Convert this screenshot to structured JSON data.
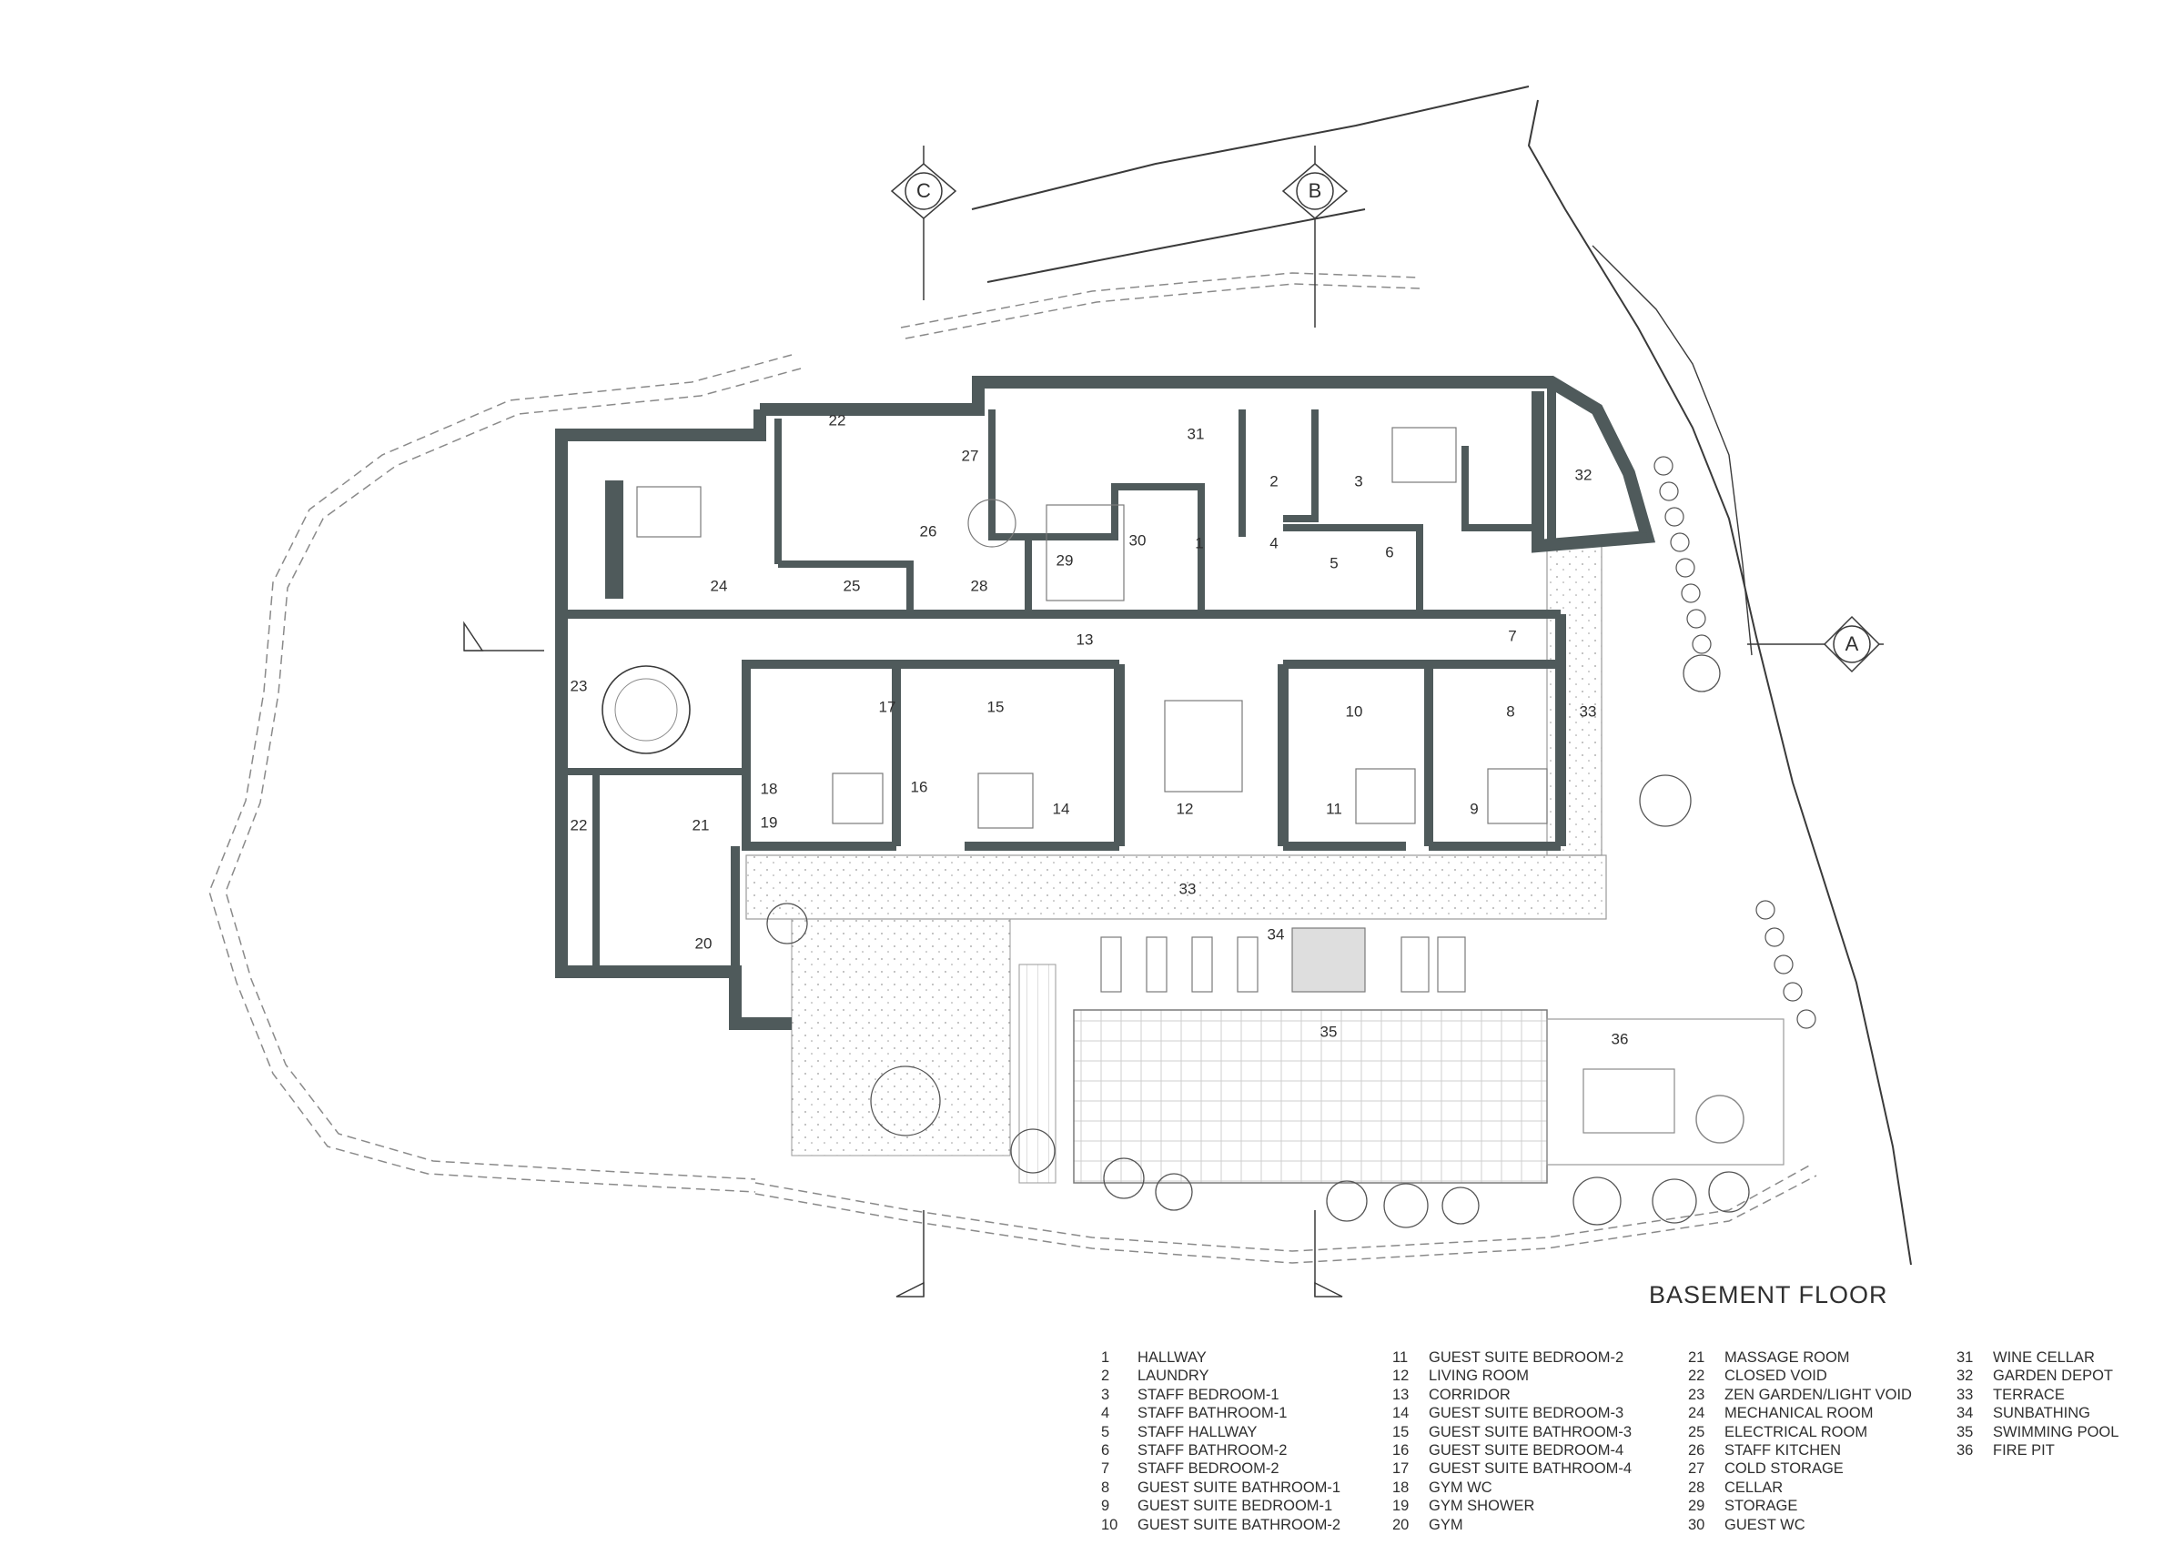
{
  "title": "BASEMENT FLOOR",
  "section_markers": [
    "A",
    "B",
    "C"
  ],
  "rooms": [
    {
      "num": "1",
      "name": "HALLWAY"
    },
    {
      "num": "2",
      "name": "LAUNDRY"
    },
    {
      "num": "3",
      "name": "STAFF BEDROOM-1"
    },
    {
      "num": "4",
      "name": "STAFF BATHROOM-1"
    },
    {
      "num": "5",
      "name": "STAFF HALLWAY"
    },
    {
      "num": "6",
      "name": "STAFF BATHROOM-2"
    },
    {
      "num": "7",
      "name": "STAFF BEDROOM-2"
    },
    {
      "num": "8",
      "name": "GUEST SUITE BATHROOM-1"
    },
    {
      "num": "9",
      "name": "GUEST SUITE BEDROOM-1"
    },
    {
      "num": "10",
      "name": "GUEST SUITE BATHROOM-2"
    },
    {
      "num": "11",
      "name": "GUEST SUITE BEDROOM-2"
    },
    {
      "num": "12",
      "name": "LIVING ROOM"
    },
    {
      "num": "13",
      "name": "CORRIDOR"
    },
    {
      "num": "14",
      "name": "GUEST SUITE BEDROOM-3"
    },
    {
      "num": "15",
      "name": "GUEST SUITE BATHROOM-3"
    },
    {
      "num": "16",
      "name": "GUEST SUITE BEDROOM-4"
    },
    {
      "num": "17",
      "name": "GUEST SUITE BATHROOM-4"
    },
    {
      "num": "18",
      "name": "GYM WC"
    },
    {
      "num": "19",
      "name": "GYM SHOWER"
    },
    {
      "num": "20",
      "name": "GYM"
    },
    {
      "num": "21",
      "name": "MASSAGE ROOM"
    },
    {
      "num": "22",
      "name": "CLOSED VOID"
    },
    {
      "num": "23",
      "name": "ZEN GARDEN/LIGHT VOID"
    },
    {
      "num": "24",
      "name": "MECHANICAL ROOM"
    },
    {
      "num": "25",
      "name": "ELECTRICAL ROOM"
    },
    {
      "num": "26",
      "name": "STAFF KITCHEN"
    },
    {
      "num": "27",
      "name": "COLD STORAGE"
    },
    {
      "num": "28",
      "name": "CELLAR"
    },
    {
      "num": "29",
      "name": "STORAGE"
    },
    {
      "num": "30",
      "name": "GUEST WC"
    },
    {
      "num": "31",
      "name": "WINE CELLAR"
    },
    {
      "num": "32",
      "name": "GARDEN DEPOT"
    },
    {
      "num": "33",
      "name": "TERRACE"
    },
    {
      "num": "34",
      "name": "SUNBATHING"
    },
    {
      "num": "35",
      "name": "SWIMMING POOL"
    },
    {
      "num": "36",
      "name": "FIRE PIT"
    }
  ],
  "plan_labels": [
    "1",
    "2",
    "3",
    "4",
    "5",
    "6",
    "7",
    "8",
    "9",
    "10",
    "11",
    "12",
    "13",
    "14",
    "15",
    "16",
    "17",
    "18",
    "19",
    "20",
    "21",
    "22",
    "22",
    "23",
    "24",
    "25",
    "26",
    "27",
    "28",
    "29",
    "30",
    "31",
    "32",
    "33",
    "33",
    "34",
    "35",
    "36"
  ],
  "colors": {
    "wall": "#4f5a5b",
    "line": "#3a3a3a",
    "hatch": "#9a9a9a",
    "text": "#2f2f2f"
  }
}
